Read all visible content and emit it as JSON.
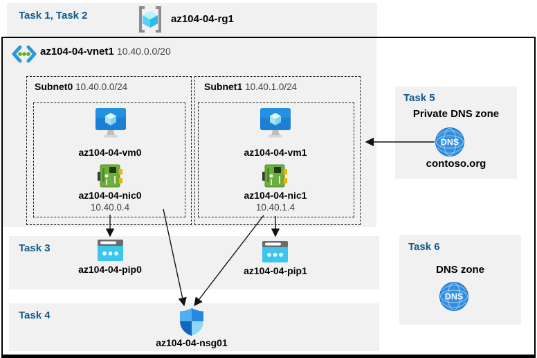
{
  "diagram": {
    "resource_group": {
      "tasks_label": "Task 1, Task 2",
      "name": "az104-04-rg1"
    },
    "vnet": {
      "name": "az104-04-vnet1",
      "cidr": "10.40.0.0/20"
    },
    "subnets": [
      {
        "name": "Subnet0",
        "cidr": "10.40.0.0/24",
        "vm": "az104-04-vm0",
        "nic": "az104-04-nic0",
        "ip": "10.40.0.4"
      },
      {
        "name": "Subnet1",
        "cidr": "10.40.1.0/24",
        "vm": "az104-04-vm1",
        "nic": "az104-04-nic1",
        "ip": "10.40.1.4"
      }
    ],
    "task3": {
      "label": "Task 3",
      "pip0": "az104-04-pip0",
      "pip1": "az104-04-pip1"
    },
    "task4": {
      "label": "Task 4",
      "nsg": "az104-04-nsg01"
    },
    "task5": {
      "label": "Task 5",
      "title": "Private DNS zone",
      "zone": "contoso.org",
      "icon_text": "DNS"
    },
    "task6": {
      "label": "Task 6",
      "title": "DNS zone",
      "icon_text": "DNS"
    },
    "colors": {
      "task_header": "#11588c",
      "panel_background": "#f1f1f1",
      "frame_border": "#000000",
      "dns_icon": "#338ee0",
      "pip_icon": "#3cc6ee",
      "vm_icon": "#1b7fd4",
      "nic_icon": "#6fae3e"
    }
  }
}
